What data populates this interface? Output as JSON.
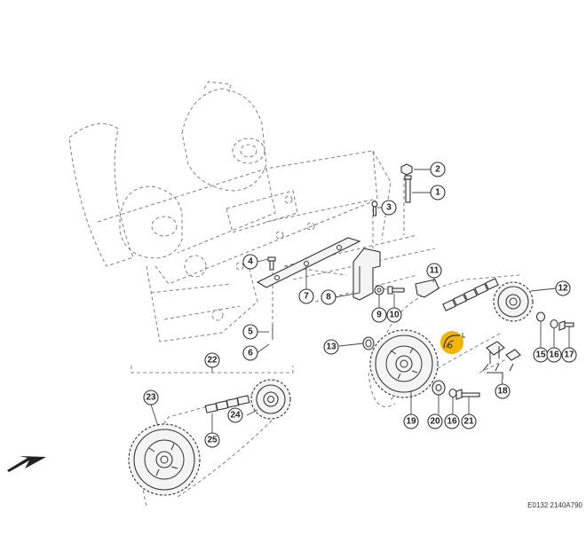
{
  "callouts": [
    "1",
    "2",
    "3",
    "4",
    "5",
    "6",
    "7",
    "8",
    "9",
    "10",
    "11",
    "12",
    "13",
    "15",
    "16",
    "17",
    "18",
    "19",
    "20",
    "21",
    "22",
    "23",
    "24",
    "25"
  ],
  "reference_code": "E0132 2140A790",
  "colors": {
    "highlight": "#F4B400",
    "line": "#333333",
    "dashed": "#8a8a8a"
  },
  "icons": {
    "highlight_marker": "chain-guard-icon",
    "direction_arrow": "arrow-down-left-icon"
  }
}
